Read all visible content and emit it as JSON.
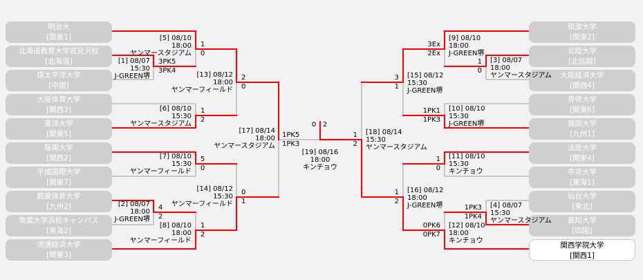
{
  "left_teams": [
    {
      "name": "明治大",
      "region": "[関東1]"
    },
    {
      "name": "北海道教育大学岩見沢校",
      "region": "[北海道]"
    },
    {
      "name": "環太平洋大学",
      "region": "[中国]"
    },
    {
      "name": "大阪体育大学",
      "region": "[関西3]"
    },
    {
      "name": "東洋大学",
      "region": "[関東5]"
    },
    {
      "name": "阪南大学",
      "region": "[関西2]"
    },
    {
      "name": "平成国際大学",
      "region": "[関東7]"
    },
    {
      "name": "鹿屋体育大学",
      "region": "[九州2]"
    },
    {
      "name": "常葉大学浜松キャンパス",
      "region": "[東海2]"
    },
    {
      "name": "流通経済大学",
      "region": "[関東3]"
    }
  ],
  "right_teams": [
    {
      "name": "筑波大学",
      "region": "[関東2]"
    },
    {
      "name": "北陸大学",
      "region": "[北信越]"
    },
    {
      "name": "大阪経済大学",
      "region": "[関西4]"
    },
    {
      "name": "専修大学",
      "region": "[関東6]"
    },
    {
      "name": "福岡大学",
      "region": "[九州1]"
    },
    {
      "name": "法政大学",
      "region": "[関東4]"
    },
    {
      "name": "中京大学",
      "region": "[東海1]"
    },
    {
      "name": "仙台大学",
      "region": "[東北]"
    },
    {
      "name": "高知大学",
      "region": "[四国]"
    },
    {
      "name": "関西学院大学",
      "region": "[関西1]",
      "highlight": true
    }
  ],
  "matches": [
    {
      "id": "1",
      "label": "[1] 08/07",
      "time": "15:30",
      "venue": "J-GREEN堺",
      "score_top": "3PK5",
      "score_bottom": "3PK4"
    },
    {
      "id": "2",
      "label": "[2] 08/07",
      "time": "18:00",
      "venue": "J-GREEN堺",
      "score_top": "4",
      "score_bottom": "2"
    },
    {
      "id": "3",
      "label": "[3] 08/07",
      "time": "18:00",
      "venue": "ヤンマースタジアム",
      "score_top": "1",
      "score_bottom": "0"
    },
    {
      "id": "4",
      "label": "[4] 08/07",
      "time": "15:30",
      "venue": "ヤンマースタジアム",
      "score_top": "1PK3",
      "score_bottom": "1PK4"
    },
    {
      "id": "5",
      "label": "[5] 08/10",
      "time": "18:00",
      "venue": "ヤンマースタジアム",
      "score_top": "1",
      "score_bottom": "0"
    },
    {
      "id": "6",
      "label": "[6] 08/10",
      "time": "15:30",
      "venue": "ヤンマースタジアム",
      "score_top": "1",
      "score_bottom": "2"
    },
    {
      "id": "7",
      "label": "[7] 08/10",
      "time": "15:30",
      "venue": "ヤンマーフィールド",
      "score_top": "5",
      "score_bottom": "0"
    },
    {
      "id": "8",
      "label": "[8] 08/10",
      "time": "18:00",
      "venue": "ヤンマーフィールド",
      "score_top": "1",
      "score_bottom": "2"
    },
    {
      "id": "9",
      "label": "[9] 08/10",
      "time": "18:00",
      "venue": "J-GREEN堺",
      "score_top": "3Ex",
      "score_bottom": "2Ex"
    },
    {
      "id": "10",
      "label": "[10] 08/10",
      "time": "15:30",
      "venue": "J-GREEN堺",
      "score_top": "1PK1",
      "score_bottom": "1PK3"
    },
    {
      "id": "11",
      "label": "[11] 08/10",
      "time": "15:30",
      "venue": "キンチョウ",
      "score_top": "1",
      "score_bottom": "0"
    },
    {
      "id": "12",
      "label": "[12] 08/10",
      "time": "18:00",
      "venue": "キンチョウ",
      "score_top": "0PK6",
      "score_bottom": "0PK7"
    },
    {
      "id": "13",
      "label": "[13] 08/12",
      "time": "18:00",
      "venue": "ヤンマーフィールド",
      "score_top": "2",
      "score_bottom": "0"
    },
    {
      "id": "14",
      "label": "[14] 08/12",
      "time": "15:30",
      "venue": "ヤンマーフィールド",
      "score_top": "0",
      "score_bottom": "1"
    },
    {
      "id": "15",
      "label": "[15] 08/12",
      "time": "15:30",
      "venue": "J-GREEN堺",
      "score_top": "3",
      "score_bottom": "1"
    },
    {
      "id": "16",
      "label": "[16] 08/12",
      "time": "18:00",
      "venue": "J-GREEN堺",
      "score_top": "1",
      "score_bottom": "2"
    },
    {
      "id": "17",
      "label": "[17] 08/14",
      "time": "18:00",
      "venue": "ヤンマースタジアム",
      "score_top": "1PK5",
      "score_bottom": "1PK3"
    },
    {
      "id": "18",
      "label": "[18] 08/14",
      "time": "15:30",
      "venue": "ヤンマースタジアム",
      "score_top": "1",
      "score_bottom": "2"
    },
    {
      "id": "19",
      "label": "[19] 08/16",
      "time": "18:00",
      "venue": "キンチョウ",
      "score_top": "0",
      "score_bottom": "2"
    }
  ],
  "colors": {
    "win_line": "#ff0000",
    "line": "#c8c8c8",
    "team_box": "#cfcfcf"
  }
}
